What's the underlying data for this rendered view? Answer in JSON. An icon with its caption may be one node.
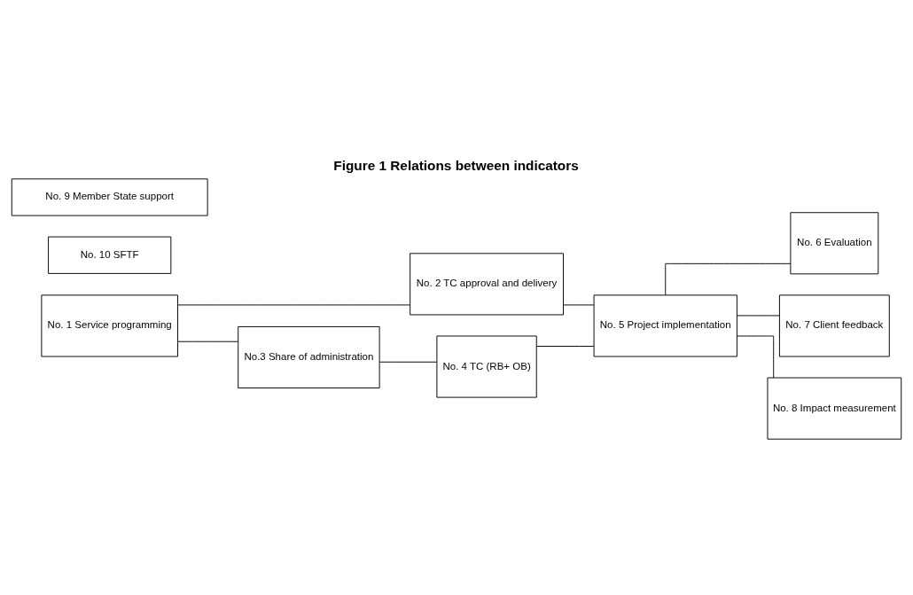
{
  "diagram": {
    "title": "Figure 1 Relations between indicators",
    "nodes": [
      {
        "text": [
          "No. 1 Service programming"
        ]
      },
      {
        "text": [
          "No. 2 TC approval and delivery"
        ]
      },
      {
        "text": [
          "No.3 Share of administration"
        ]
      },
      {
        "text": [
          "No. 4 TC (RB+ OB)"
        ]
      },
      {
        "text": [
          "No. 5 Project implementation"
        ]
      },
      {
        "text": [
          "No. 6 Evaluation"
        ]
      },
      {
        "text": [
          "No. 7 Client feedback"
        ]
      },
      {
        "text": [
          "No. 8 Impact measurement"
        ]
      },
      {
        "text": [
          "No. 9 Member State support"
        ]
      },
      {
        "text": [
          "No. 10 SFTF"
        ]
      }
    ],
    "edges": [
      {
        "from": 0,
        "to": 1,
        "arrow": "none"
      },
      {
        "from": 0,
        "to": 2,
        "arrow": "none"
      },
      {
        "from": 2,
        "to": 3,
        "arrow": "none"
      },
      {
        "from": 1,
        "to": 4,
        "arrow": "none"
      },
      {
        "from": 3,
        "to": 4,
        "arrow": "none"
      },
      {
        "from": 4,
        "to": 5,
        "arrow": "none"
      },
      {
        "from": 4,
        "to": 6,
        "arrow": "none"
      },
      {
        "from": 4,
        "to": 7,
        "arrow": "none"
      }
    ]
  }
}
